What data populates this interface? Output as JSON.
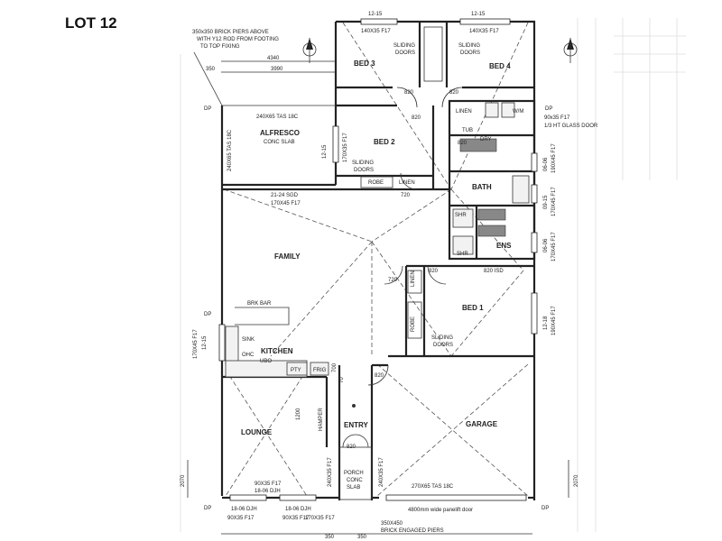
{
  "title": "LOT 12",
  "rooms": {
    "bed3": "BED 3",
    "bed4": "BED 4",
    "bed2": "BED 2",
    "alfresco": "ALFRESCO",
    "alfresco_sub": "CONC SLAB",
    "family": "FAMILY",
    "bath": "BATH",
    "ens": "ENS",
    "bed1": "BED 1",
    "kitchen": "KITCHEN",
    "lounge": "LOUNGE",
    "entry": "ENTRY",
    "garage": "GARAGE",
    "porch": "PORCH",
    "porch_sub1": "CONC",
    "porch_sub2": "SLAB",
    "dry": "DRY"
  },
  "labels": {
    "piers_note1": "350x350 BRICK PIERS ABOVE",
    "piers_note2": "WITH Y12 ROD FROM FOOTING",
    "piers_note3": "TO TOP FIXING",
    "dim_4340": "4340",
    "dim_3990": "3990",
    "dim_350": "350",
    "dp": "DP",
    "win_12_15": "12-15",
    "lintel_140x35": "140X35 F17",
    "sliding": "SLIDING",
    "doors": "DOORS",
    "robe": "ROBE",
    "linen": "LINEN",
    "d820": "820",
    "d720": "720",
    "lintel_240x65": "240X65 TAS 18C",
    "lintel_240x65_v": "240X65 TAS 18C",
    "lintel_170x35_v": "170X35 F17",
    "win_12_15_v": "12-15",
    "sgd": "21-24 SGD",
    "lintel_170x45": "170X45 F17",
    "glass_door1": "90x35 F17",
    "glass_door2": "1/3 HT GLASS DOOR",
    "wm": "W/M",
    "tub": "TUB",
    "shr": "SHR",
    "win_06_06": "06-06",
    "lintel_190x45": "190X45 F17",
    "win_09_15": "09-15",
    "lintel_170x45_v": "170X45 F17",
    "win_12_18": "12-18",
    "lintel_190x45_v": "190X45 F17",
    "d820_isd": "820 ISD",
    "brk_bar": "BRK BAR",
    "sink": "SINK",
    "ohc": "OHC",
    "ubo": "UBO",
    "pty": "PTY",
    "frig": "FRIG",
    "hamper": "HAMPER",
    "d700": "700",
    "d70": "70",
    "lintel_170x45_left": "170X45 F17",
    "lintel_90x35": "90X35 F17",
    "win_18_06": "18-06 DJH",
    "lintel_240x35": "240X35 F17",
    "lintel_270x65": "270X65 TAS 18C",
    "garage_door": "4800mm wide panelift door",
    "engaged1": "350X450",
    "engaged2": "BRICK ENGAGED PIERS",
    "dim_2070": "2070",
    "lintel_170x35_b": "170X35 F17",
    "d1200": "1200"
  }
}
